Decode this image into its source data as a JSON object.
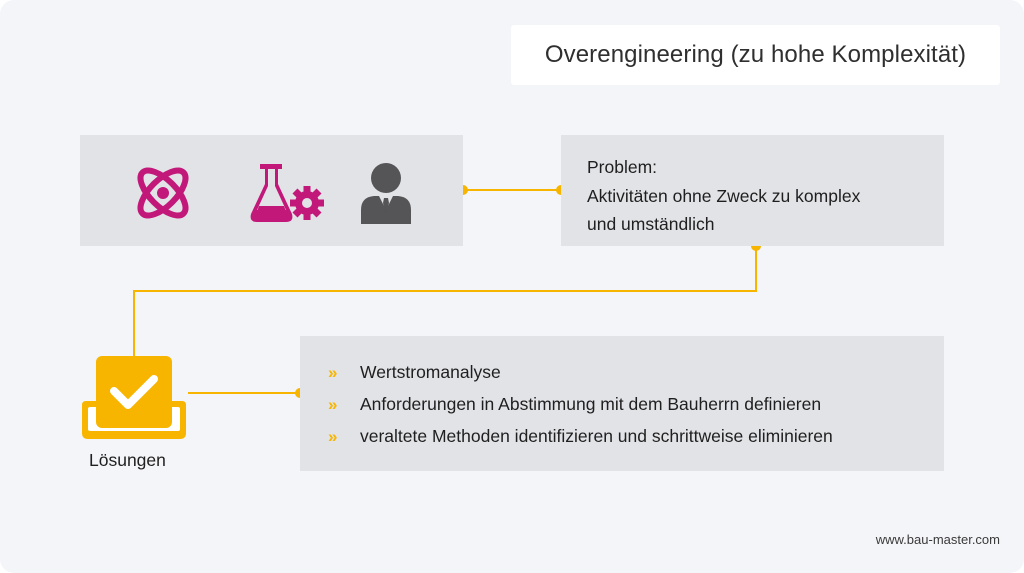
{
  "title": "Overengineering (zu hohe Komplexität)",
  "problem": {
    "lines": [
      "Problem:",
      "Aktivitäten ohne Zweck zu komplex",
      "und umständlich"
    ]
  },
  "icons": [
    "atom-icon",
    "flask-gear-icon",
    "businessman-icon",
    "checkmark-box-icon"
  ],
  "solutions": {
    "label": "Lösungen",
    "marker": "»",
    "items": [
      "Wertstromanalyse",
      "Anforderungen in Abstimmung mit dem Bauherrn definieren",
      "veraltete Methoden identifizieren und schrittweise eliminieren"
    ]
  },
  "footer": "www.bau-master.com",
  "colors": {
    "background": "#f4f5f9",
    "box": "#e2e3e7",
    "accent": "#f7b500",
    "magenta": "#c2187a",
    "person": "#555558"
  }
}
